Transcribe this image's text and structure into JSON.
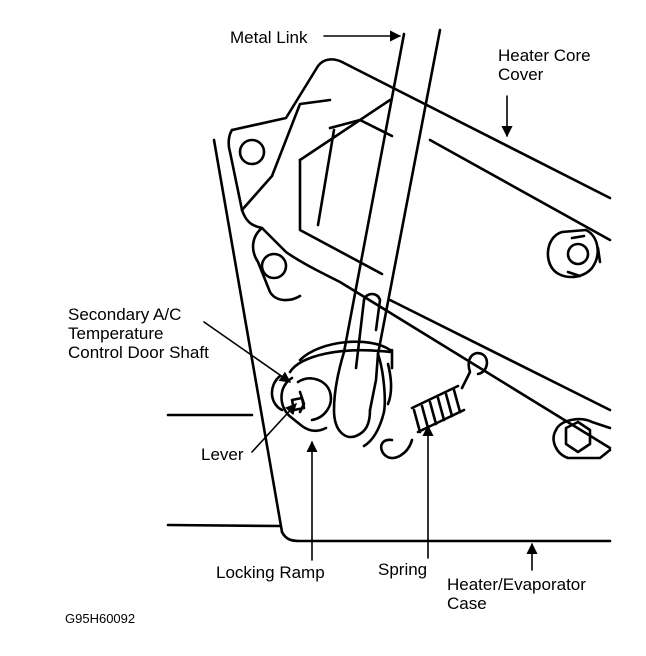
{
  "labels": {
    "metal_link": "Metal Link",
    "heater_core_cover": [
      "Heater Core",
      "Cover"
    ],
    "secondary_shaft": [
      "Secondary A/C",
      "Temperature",
      "Control Door Shaft"
    ],
    "lever": "Lever",
    "locking_ramp": "Locking Ramp",
    "spring": "Spring",
    "heater_evaporator_case": [
      "Heater/Evaporator",
      "Case"
    ]
  },
  "figure_code": "G95H60092"
}
